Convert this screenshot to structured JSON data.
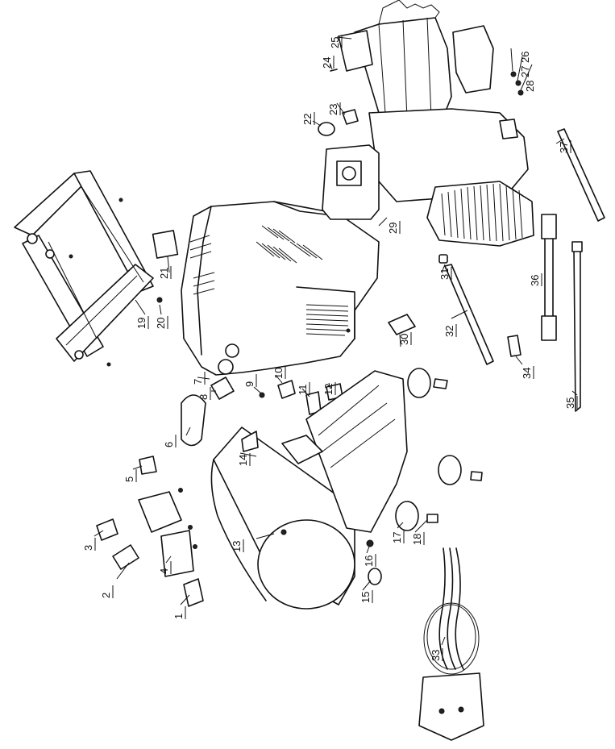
{
  "callouts": [
    {
      "id": "c1",
      "number": "1"
    },
    {
      "id": "c2",
      "number": "2"
    },
    {
      "id": "c3",
      "number": "3"
    },
    {
      "id": "c4",
      "number": "4"
    },
    {
      "id": "c5",
      "number": "5"
    },
    {
      "id": "c6",
      "number": "6"
    },
    {
      "id": "c7",
      "number": "7"
    },
    {
      "id": "c8",
      "number": "8"
    },
    {
      "id": "c9",
      "number": "9"
    },
    {
      "id": "c10",
      "number": "10"
    },
    {
      "id": "c11",
      "number": "11"
    },
    {
      "id": "c12",
      "number": "12"
    },
    {
      "id": "c13",
      "number": "13"
    },
    {
      "id": "c14",
      "number": "14"
    },
    {
      "id": "c15",
      "number": "15"
    },
    {
      "id": "c16",
      "number": "16"
    },
    {
      "id": "c17",
      "number": "17"
    },
    {
      "id": "c18",
      "number": "18"
    },
    {
      "id": "c19",
      "number": "19"
    },
    {
      "id": "c20",
      "number": "20"
    },
    {
      "id": "c21",
      "number": "21"
    },
    {
      "id": "c22",
      "number": "22"
    },
    {
      "id": "c23",
      "number": "23"
    },
    {
      "id": "c24",
      "number": "24"
    },
    {
      "id": "c25",
      "number": "25"
    },
    {
      "id": "c26",
      "number": "26"
    },
    {
      "id": "c27",
      "number": "27"
    },
    {
      "id": "c28",
      "number": "28"
    },
    {
      "id": "c29",
      "number": "29"
    },
    {
      "id": "c30",
      "number": "30"
    },
    {
      "id": "c31",
      "number": "31"
    },
    {
      "id": "c32",
      "number": "32"
    },
    {
      "id": "c33",
      "number": "33"
    },
    {
      "id": "c34",
      "number": "34"
    },
    {
      "id": "c35",
      "number": "35"
    },
    {
      "id": "c36",
      "number": "36"
    },
    {
      "id": "c37",
      "number": "37"
    }
  ]
}
